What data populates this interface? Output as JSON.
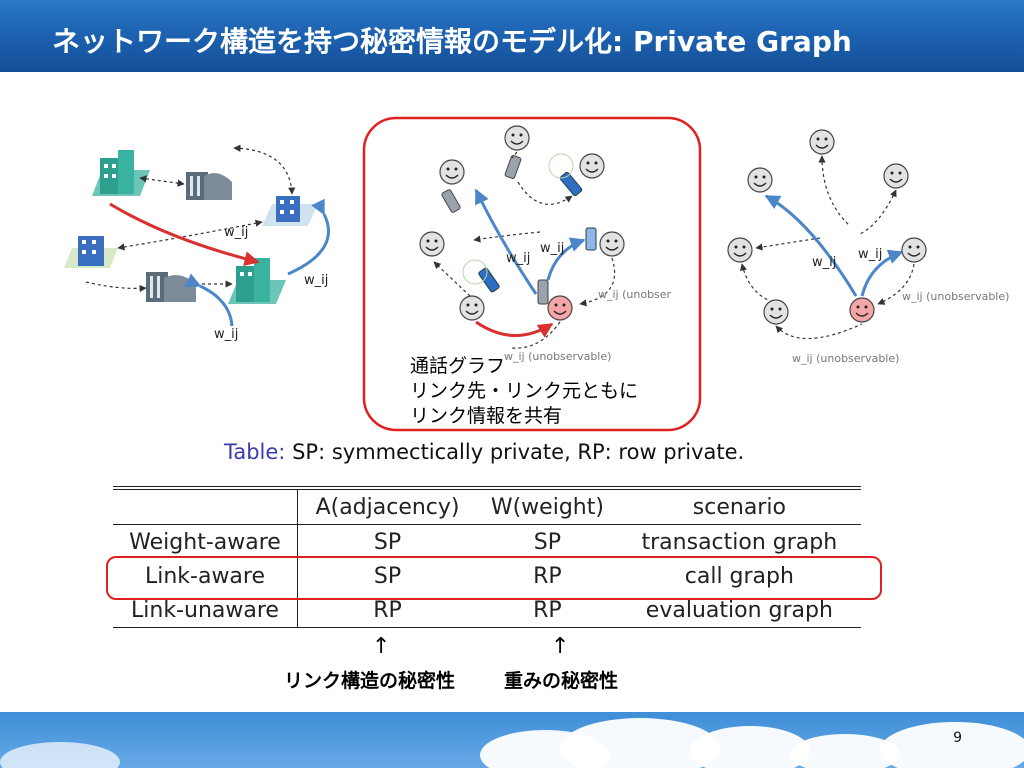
{
  "slide": {
    "title": "ネットワーク構造を持つ秘密情報のモデル化: Private Graph",
    "page_number": "9"
  },
  "figures": {
    "left": {
      "labels": [
        "w_ij",
        "w_ij",
        "w_ij"
      ]
    },
    "middle": {
      "labels": [
        "w_ij",
        "w_ij"
      ],
      "unobservable_1": "w_ij (unobser",
      "unobservable_2": "w_ij (unobservable)"
    },
    "right": {
      "labels": [
        "w_ij",
        "w_ij"
      ],
      "unobservable_1": "w_ij (unobservable)",
      "unobservable_2": "w_ij (unobservable)"
    }
  },
  "callout": {
    "line1": "通話グラフ",
    "line2": "リンク先・リンク元ともに",
    "line3": "リンク情報を共有"
  },
  "table": {
    "caption_label": "Table:",
    "caption_text": "SP: symmectically private, RP: row private.",
    "headers": [
      "",
      "A(adjacency)",
      "W(weight)",
      "scenario"
    ],
    "rows": [
      [
        "Weight-aware",
        "SP",
        "SP",
        "transaction graph"
      ],
      [
        "Link-aware",
        "SP",
        "RP",
        "call graph"
      ],
      [
        "Link-unaware",
        "RP",
        "RP",
        "evaluation graph"
      ]
    ]
  },
  "annotations": {
    "arrow_symbol": "↑",
    "left_label": "リンク構造の秘密性",
    "right_label": "重みの秘密性"
  },
  "colors": {
    "title_bar": "#1b5fae",
    "highlight": "#e02020",
    "blue_edge": "#4a86c8",
    "red_edge": "#d93030"
  }
}
